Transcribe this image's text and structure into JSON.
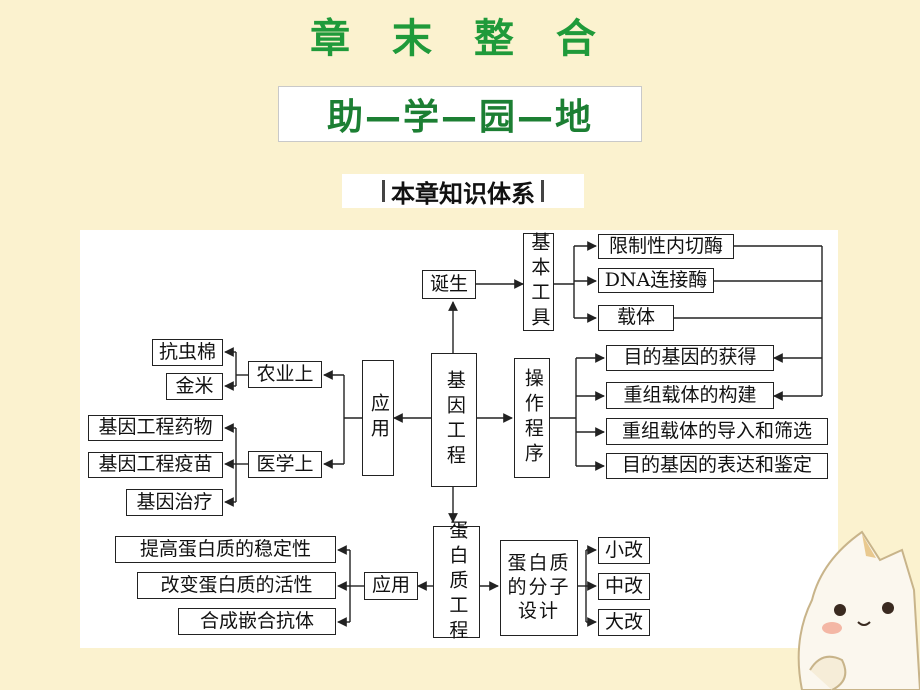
{
  "header": {
    "title": "章 末 整 合",
    "banner": "助—学—园—地",
    "section": "本章知识体系"
  },
  "diagram": {
    "center": "基因工程",
    "birth": "诞生",
    "basic_tools": "基本工具",
    "tools": [
      "限制性内切酶",
      "DNA连接酶",
      "载体"
    ],
    "operation": "操作程序",
    "steps": [
      "目的基因的获得",
      "重组载体的构建",
      "重组载体的导入和筛选",
      "目的基因的表达和鉴定"
    ],
    "application": "应用",
    "agriculture": "农业上",
    "agri_items": [
      "抗虫棉",
      "金米"
    ],
    "medicine": "医学上",
    "med_items": [
      "基因工程药物",
      "基因工程疫苗",
      "基因治疗"
    ],
    "protein_eng": "蛋白质工程",
    "protein_app": "应用",
    "protein_app_items": [
      "提高蛋白质的稳定性",
      "改变蛋白质的活性",
      "合成嵌合抗体"
    ],
    "molecular_design": "蛋白质的分子设计",
    "design_items": [
      "小改",
      "中改",
      "大改"
    ]
  }
}
